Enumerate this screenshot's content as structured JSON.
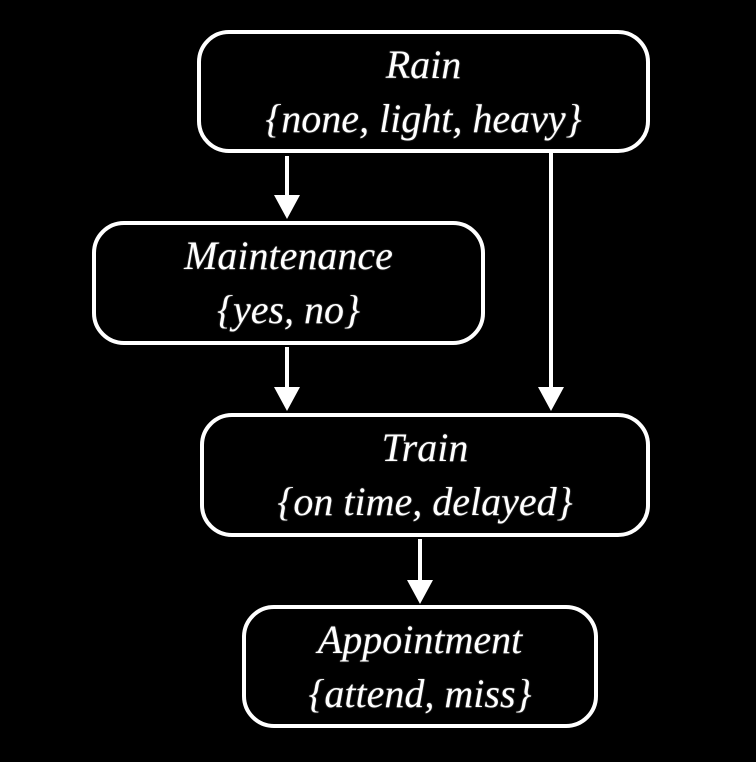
{
  "diagram": {
    "type": "bayesian-network",
    "background_color": "#000000",
    "node_border_color": "#ffffff",
    "text_color": "#ffffff",
    "nodes": [
      {
        "id": "rain",
        "label": "Rain",
        "domain": "{none, light, heavy}"
      },
      {
        "id": "maintenance",
        "label": "Maintenance",
        "domain": "{yes, no}"
      },
      {
        "id": "train",
        "label": "Train",
        "domain": "{on time, delayed}"
      },
      {
        "id": "appointment",
        "label": "Appointment",
        "domain": "{attend, miss}"
      }
    ],
    "edges": [
      {
        "from": "rain",
        "to": "maintenance"
      },
      {
        "from": "rain",
        "to": "train"
      },
      {
        "from": "maintenance",
        "to": "train"
      },
      {
        "from": "train",
        "to": "appointment"
      }
    ]
  }
}
